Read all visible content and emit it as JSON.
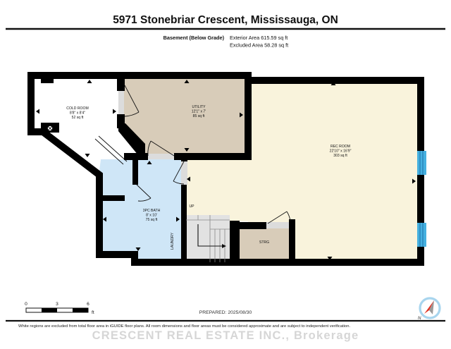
{
  "header": {
    "title": "5971 Stonebriar Crescent, Mississauga, ON",
    "floor_label": "Basement (Below Grade)",
    "exterior_area": "Exterior Area 615.59 sq ft",
    "excluded_area": "Excluded Area 58.28 sq ft"
  },
  "rooms": {
    "cold_room": {
      "name": "COLD ROOM",
      "dims": "8'8\" x 8'4\"",
      "area": "52 sq ft"
    },
    "utility": {
      "name": "UTILITY",
      "dims": "12'1\" x 7'",
      "area": "85 sq ft"
    },
    "rec_room": {
      "name": "REC ROOM",
      "dims": "22'10\" x 16'9\"",
      "area": "303 sq ft"
    },
    "bath": {
      "name": "3PC BATH",
      "dims": "8' x 10'",
      "area": "75 sq ft"
    },
    "laundry": {
      "name": "LAUNDRY"
    },
    "storage": {
      "name": "STRG"
    },
    "stairs": {
      "name": "UP"
    }
  },
  "footer": {
    "scale_ticks": [
      "0",
      "3",
      "6"
    ],
    "scale_unit": "ft",
    "prepared": "PREPARED: 2025/08/30",
    "disclaimer": "White regions are excluded from total floor area in iGUIDE floor plans. All room dimensions and floor areas must be considered approximate and are subject to independent verification.",
    "watermark": "CRESCENT REAL ESTATE INC., Brokerage",
    "compass_label": "N"
  },
  "colors": {
    "wall": "#000000",
    "cold_room_fill": "#ffffff",
    "utility_fill": "#d8ccb9",
    "rec_room_fill": "#f9f3dc",
    "bath_fill": "#cfe6f7",
    "stairs_fill": "#e3e3e3",
    "window": "#45b0e0",
    "compass_needle": "#e03020",
    "watermark_gray": "#d3d3d3"
  }
}
